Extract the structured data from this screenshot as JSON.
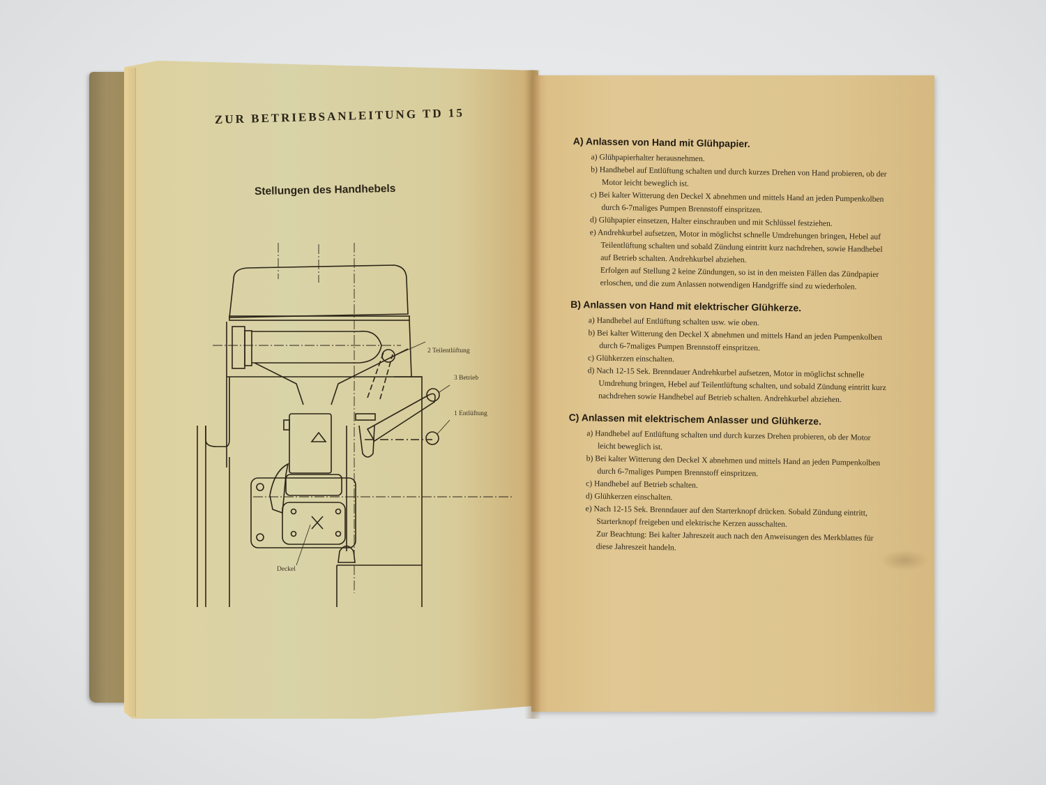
{
  "left_page": {
    "running_head": "ZUR BETRIEBSANLEITUNG TD 15",
    "diagram_title": "Stellungen des Handhebels",
    "diagram_labels": {
      "position_2": "2 Teilentlüftung",
      "position_3": "3 Betrieb",
      "position_1": "1 Entlüftung",
      "cover": "Deckel"
    }
  },
  "right_page": {
    "sections": [
      {
        "heading": "A) Anlassen von Hand mit Glühpapier.",
        "items": [
          "a) Glühpapierhalter herausnehmen.",
          "b) Handhebel auf Entlüftung schalten und durch kurzes Drehen von Hand probieren, ob der Motor leicht beweglich ist.",
          "c) Bei kalter Witterung den Deckel X abnehmen und mittels Hand an jeden Pumpenkolben durch 6-7maliges Pumpen Brennstoff einspritzen.",
          "d) Glühpapier einsetzen, Halter einschrauben und mit Schlüssel festziehen.",
          "e) Andrehkurbel aufsetzen, Motor in möglichst schnelle Umdrehungen bringen, Hebel auf Teilentlüftung schalten und sobald Zündung eintritt kurz nachdrehen, sowie Handhebel auf Betrieb schalten. Andrehkurbel abziehen."
        ],
        "note": "Erfolgen auf Stellung 2 keine Zündungen, so ist in den meisten Fällen das Zündpapier erloschen, und die zum Anlassen notwendigen Handgriffe sind zu wiederholen."
      },
      {
        "heading": "B) Anlassen von Hand mit elektrischer Glühkerze.",
        "items": [
          "a) Handhebel auf Entlüftung schalten usw. wie oben.",
          "b) Bei kalter Witterung den Deckel X abnehmen und mittels Hand an jeden Pumpenkolben durch 6-7maliges Pumpen Brennstoff einspritzen.",
          "c) Glühkerzen einschalten.",
          "d) Nach 12-15 Sek. Brenndauer Andrehkurbel aufsetzen, Motor in möglichst schnelle Umdrehung bringen, Hebel auf Teilentlüftung schalten, und sobald Zündung eintritt kurz nachdrehen sowie Handhebel auf Betrieb schalten. Andrehkurbel abziehen."
        ]
      },
      {
        "heading": "C) Anlassen mit elektrischem Anlasser und Glühkerze.",
        "items": [
          "a) Handhebel auf Entlüftung schalten und durch kurzes Drehen probieren, ob der Motor leicht beweglich ist.",
          "b) Bei kalter Witterung den Deckel X abnehmen und mittels Hand an jeden Pumpenkolben durch 6-7maliges Pumpen Brennstoff einspritzen.",
          "c) Handhebel auf Betrieb schalten.",
          "d) Glühkerzen einschalten.",
          "e) Nach 12-15 Sek. Brenndauer auf den Starterknopf drücken. Sobald Zündung eintritt, Starterknopf freigeben und elektrische Kerzen ausschalten."
        ],
        "note": "Zur Beachtung: Bei kalter Jahreszeit auch nach den Anweisungen des Merkblattes für diese Jahreszeit handeln."
      }
    ]
  },
  "colors": {
    "paper_left": "#d9d3a8",
    "paper_right": "#dec590",
    "spine": "#9c8a5c",
    "ink": "#2a2418",
    "background": "#e6e8ea"
  }
}
